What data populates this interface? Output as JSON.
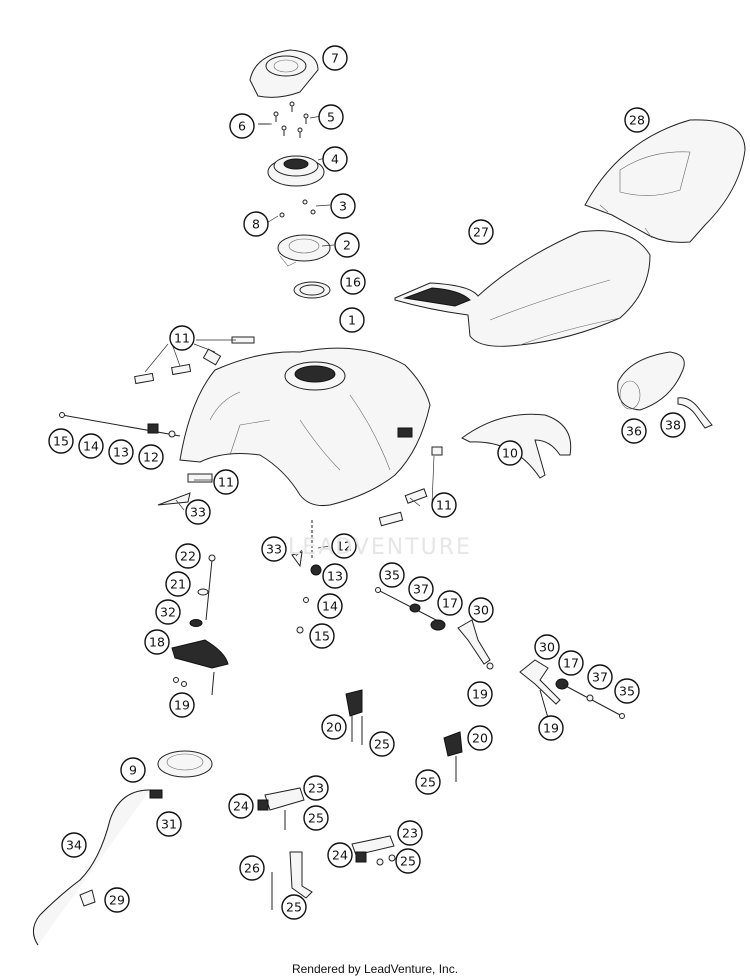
{
  "callouts": [
    "7",
    "5",
    "6",
    "4",
    "3",
    "8",
    "2",
    "16",
    "1",
    "28",
    "27",
    "11",
    "15",
    "14",
    "13",
    "12",
    "10",
    "36",
    "38",
    "11",
    "33",
    "11",
    "33",
    "12",
    "13",
    "14",
    "15",
    "22",
    "21",
    "32",
    "18",
    "19",
    "35",
    "37",
    "17",
    "30",
    "19",
    "30",
    "17",
    "37",
    "35",
    "19",
    "20",
    "25",
    "20",
    "25",
    "9",
    "31",
    "34",
    "29",
    "24",
    "23",
    "25",
    "26",
    "25",
    "24",
    "23",
    "25"
  ],
  "watermark": "LEADVENTURE",
  "footer": "Rendered by LeadVenture, Inc."
}
